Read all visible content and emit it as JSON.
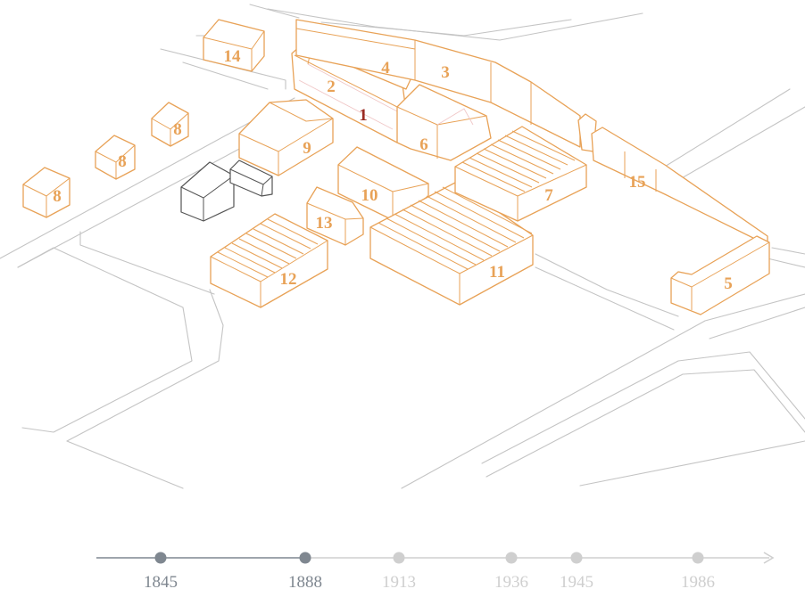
{
  "colors": {
    "building": "#e8a257",
    "highlight": "#9b2a22",
    "road": "#c4c4c4",
    "old_building": "#555555",
    "timeline_active": "#7f8790",
    "timeline_inactive": "#cfcfcf"
  },
  "buildings": [
    {
      "id": "1",
      "label": "1",
      "highlight": true
    },
    {
      "id": "2",
      "label": "2"
    },
    {
      "id": "3",
      "label": "3"
    },
    {
      "id": "4",
      "label": "4"
    },
    {
      "id": "5",
      "label": "5"
    },
    {
      "id": "6",
      "label": "6"
    },
    {
      "id": "7",
      "label": "7"
    },
    {
      "id": "8a",
      "label": "8"
    },
    {
      "id": "8b",
      "label": "8"
    },
    {
      "id": "8c",
      "label": "8"
    },
    {
      "id": "9",
      "label": "9"
    },
    {
      "id": "10",
      "label": "10"
    },
    {
      "id": "11",
      "label": "11"
    },
    {
      "id": "12",
      "label": "12"
    },
    {
      "id": "13",
      "label": "13"
    },
    {
      "id": "14",
      "label": "14"
    },
    {
      "id": "15",
      "label": "15"
    }
  ],
  "timeline": {
    "years": [
      {
        "label": "1845",
        "active": true
      },
      {
        "label": "1888",
        "active": true
      },
      {
        "label": "1913",
        "active": false
      },
      {
        "label": "1936",
        "active": false
      },
      {
        "label": "1945",
        "active": false
      },
      {
        "label": "1986",
        "active": false
      }
    ],
    "current": "1888"
  }
}
